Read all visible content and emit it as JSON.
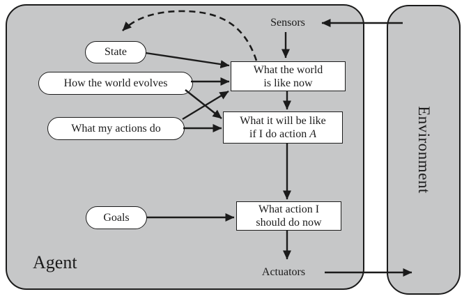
{
  "labels": {
    "agent": "Agent",
    "environment": "Environment",
    "sensors": "Sensors",
    "actuators": "Actuators"
  },
  "ovals": {
    "state": "State",
    "how_world_evolves": "How the world evolves",
    "what_actions_do": "What my actions do",
    "goals": "Goals"
  },
  "boxes": {
    "world_now": {
      "line1": "What the world",
      "line2": "is like now"
    },
    "prediction": {
      "line1": "What it will be like",
      "line2_prefix": "if I do action",
      "line2_italic": "A"
    },
    "action_choice": {
      "line1": "What action I",
      "line2": "should do now"
    }
  },
  "colors": {
    "panel_fill": "#c6c7c8",
    "node_fill": "#ffffff",
    "stroke": "#1b1b1b"
  }
}
